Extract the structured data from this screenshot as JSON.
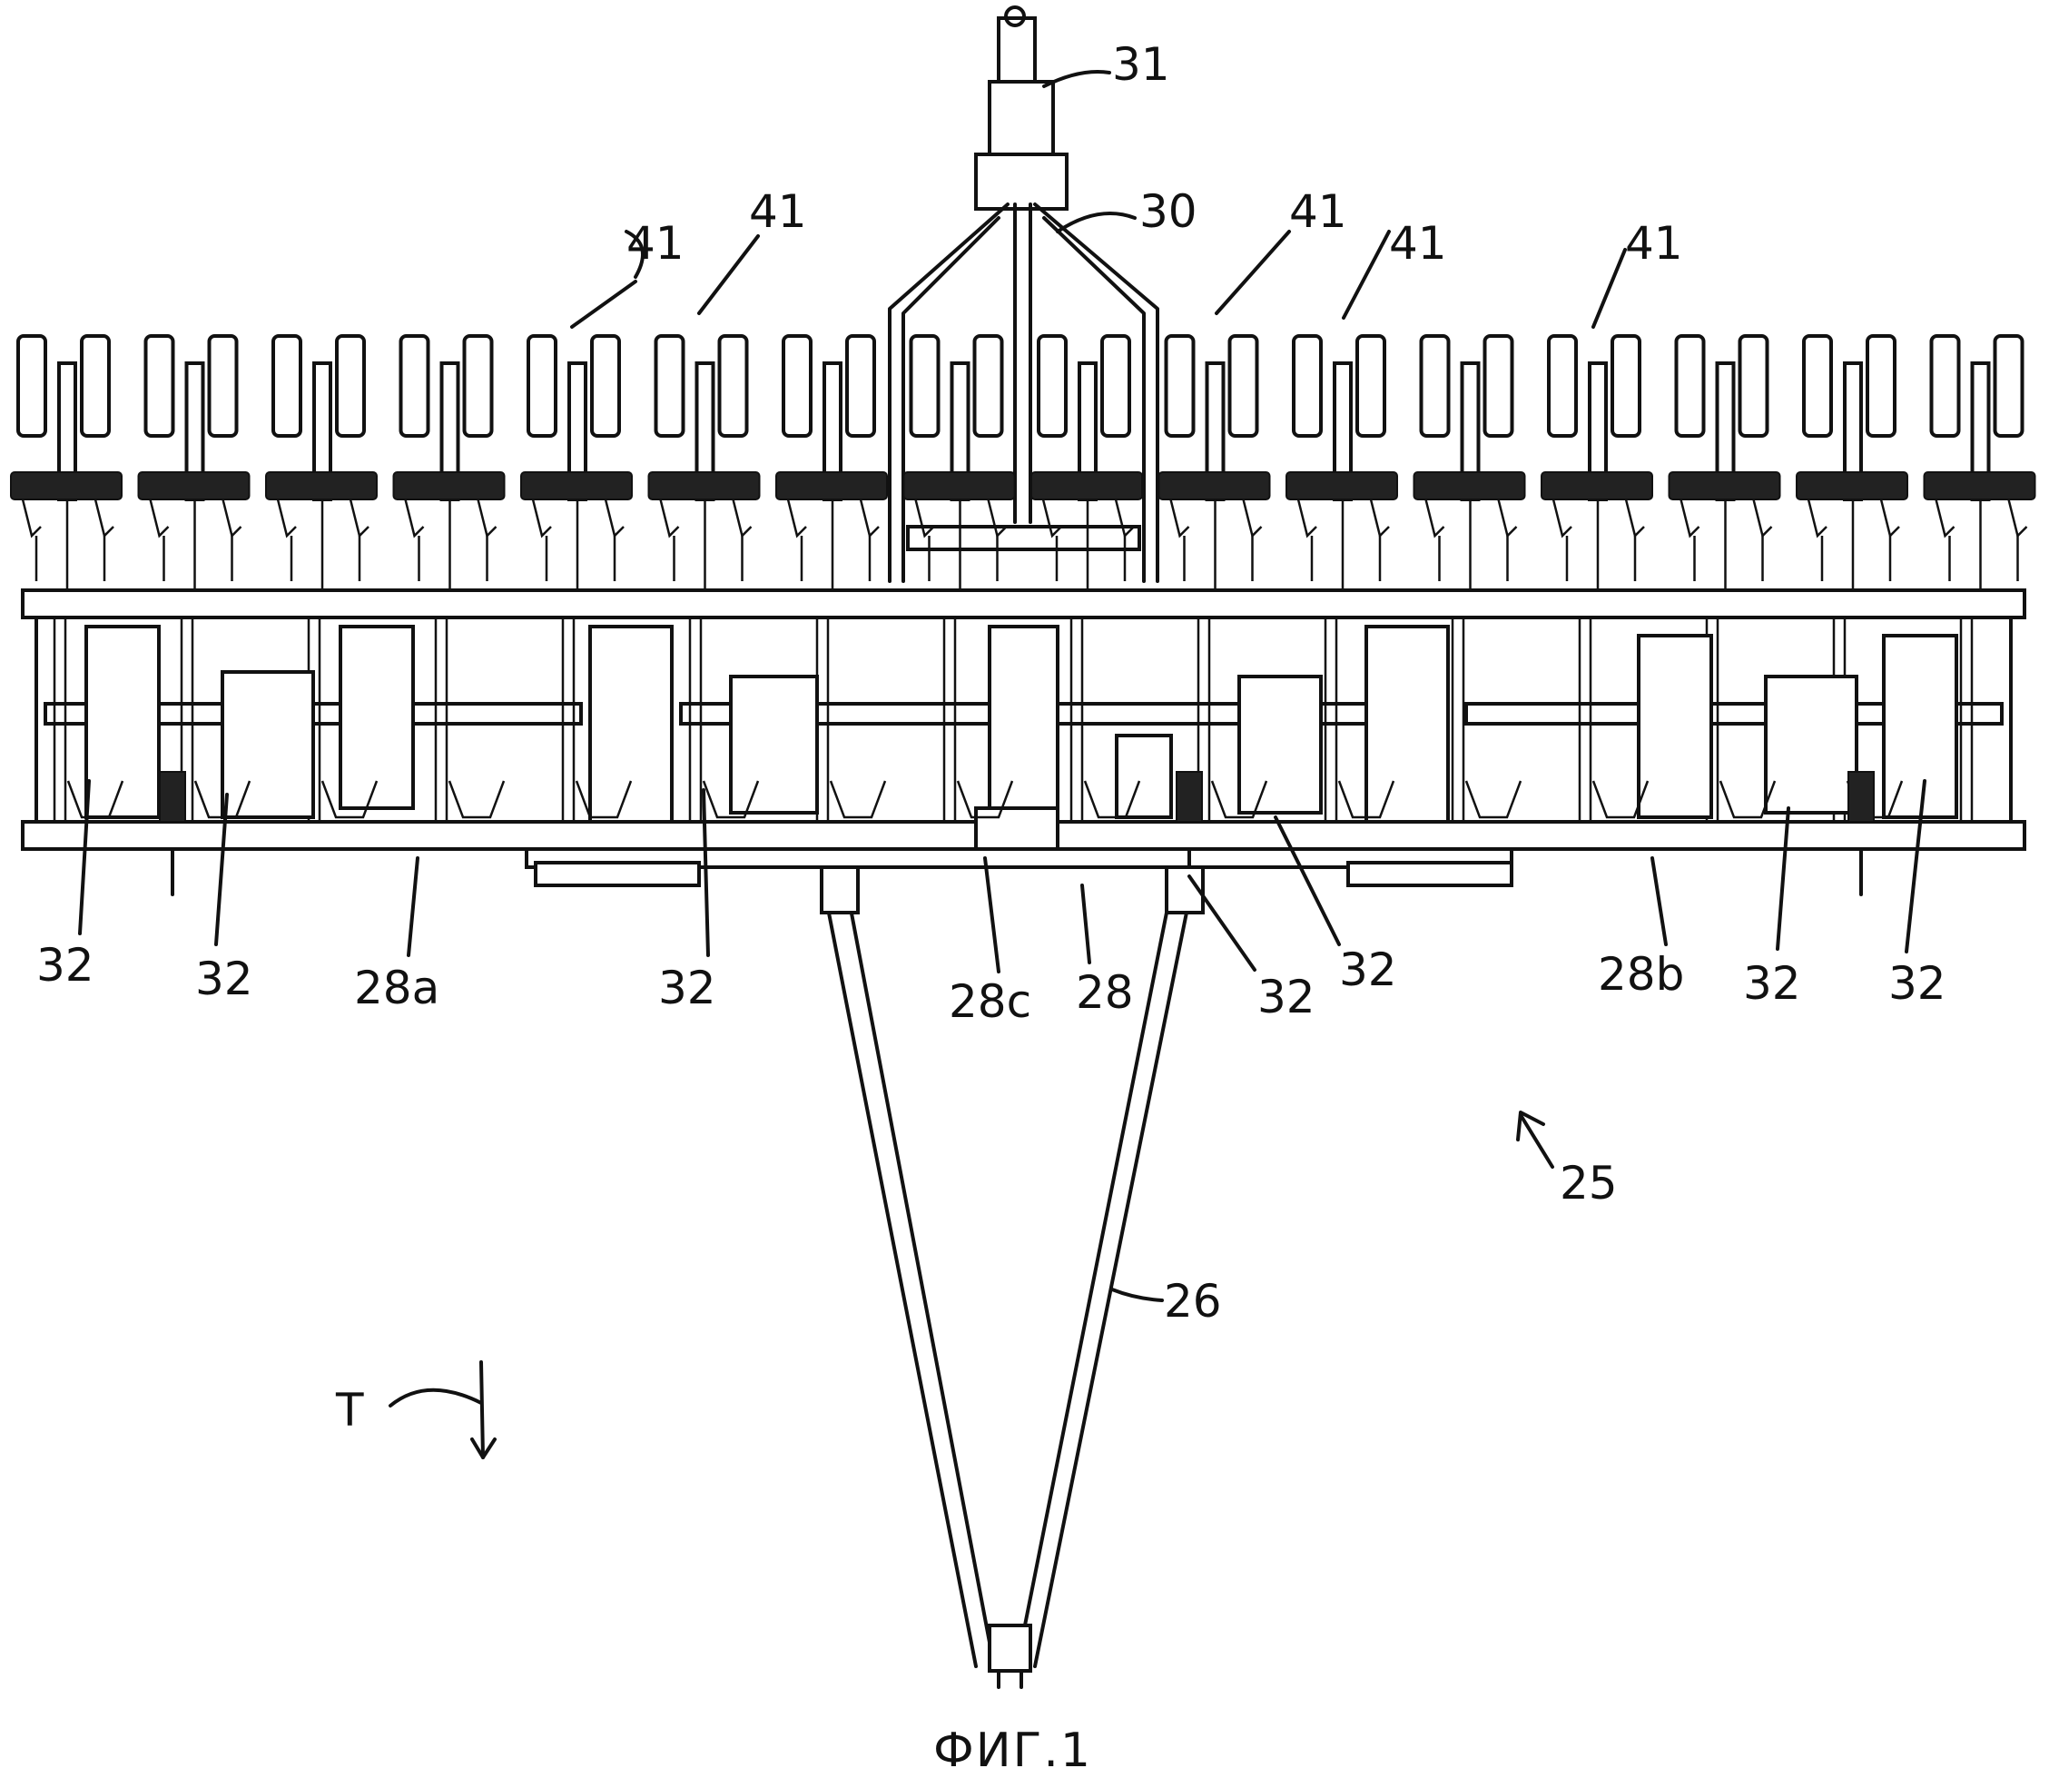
{
  "figure": {
    "caption": "ФИГ.1",
    "labels": {
      "hitch_top": "31",
      "tongue_frame": "30",
      "row_unit": "41",
      "seed_hopper": "32",
      "frame": "28",
      "frame_left": "28a",
      "frame_right": "28b",
      "frame_center": "28c",
      "machine": "25",
      "drawbar": "26",
      "travel_direction": "T"
    }
  }
}
